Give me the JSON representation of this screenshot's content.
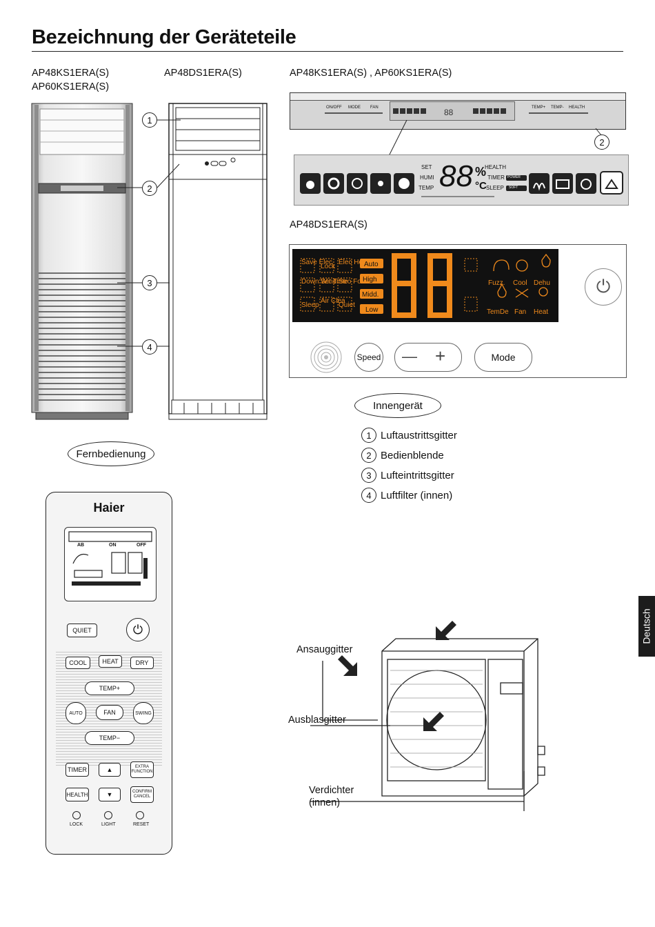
{
  "heading": "Bezeichnung der Geräteteile",
  "models": {
    "left_line1": "AP48KS1ERA(S)",
    "left_line2": "AP60KS1ERA(S)",
    "middle": "AP48DS1ERA(S)",
    "panel1": "AP48KS1ERA(S) , AP60KS1ERA(S)",
    "panel2": "AP48DS1ERA(S)"
  },
  "callouts": [
    "1",
    "2",
    "3",
    "4"
  ],
  "panel1": {
    "buttons": [
      "ON/OFF",
      "MODE",
      "FAN",
      "TEMP+",
      "TEMP-",
      "HEALTH"
    ],
    "display": {
      "set": "SET",
      "humi": "HUMI",
      "temp": "TEMP",
      "digits": "88",
      "percent": "%",
      "celsius": "°C",
      "health": "HEALTH",
      "timer": "TIMER",
      "sleep": "SLEEP",
      "power": "POWER",
      "soft": "SOFT"
    }
  },
  "panel2": {
    "labels": [
      "Save Elec",
      "Lock",
      "Elec Heat",
      "Down Wind",
      "Set Time",
      "Stro Force",
      "Sleep",
      "Air Clea",
      "Quiet"
    ],
    "fan_speeds": [
      "Auto",
      "High",
      "Midd.",
      "Low"
    ],
    "modes": [
      "Fuzz.",
      "Cool",
      "Dehu",
      "TemDe",
      "Fan",
      "Heat"
    ],
    "buttons": {
      "speed": "Speed",
      "mode": "Mode",
      "minus": "—",
      "plus": "+"
    }
  },
  "indoor": {
    "title": "Innengerät",
    "items": [
      {
        "num": "1",
        "text": "Luftaustrittsgitter"
      },
      {
        "num": "2",
        "text": "Bedienblende"
      },
      {
        "num": "3",
        "text": "Lufteintrittsgitter"
      },
      {
        "num": "4",
        "text": "Luftfilter (innen)"
      }
    ]
  },
  "remote": {
    "title": "Fernbedienung",
    "brand": "Haier",
    "lcd": {
      "ab": "AB",
      "on": "ON",
      "off": "OFF"
    },
    "quiet": "QUIET",
    "modes": [
      "COOL",
      "HEAT",
      "DRY"
    ],
    "temp_plus": "TEMP+",
    "temp_minus": "TEMP−",
    "auto": "AUTO",
    "fan": "FAN",
    "swing": "SWING",
    "timer": "TIMER",
    "extra": "EXTRA FUNCTION",
    "health": "HEALTH",
    "confirm": "CONFIRM CANCEL",
    "lock": "LOCK",
    "light": "LIGHT",
    "reset": "RESET"
  },
  "outdoor": {
    "intake": "Ansauggitter",
    "outlet": "Ausblasgitter",
    "compressor_line1": "Verdichter",
    "compressor_line2": "(innen)"
  },
  "side_tab": "Deutsch"
}
